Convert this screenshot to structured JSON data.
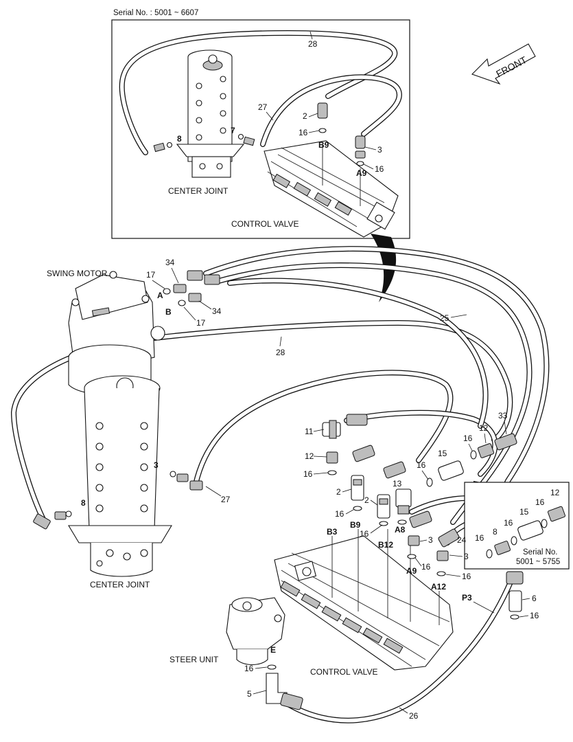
{
  "inset_top": {
    "serial": "Serial No.  : 5001 ~ 6607",
    "center_joint": "CENTER JOINT",
    "control_valve": "CONTROL VALVE",
    "callouts": {
      "c28": "28",
      "c27": "27",
      "c2": "2",
      "c16a": "16",
      "c8": "8",
      "c7": "7",
      "cB9": "B9",
      "c3": "3",
      "c16b": "16",
      "cA9": "A9"
    }
  },
  "front_label": "FRONT",
  "main": {
    "swing_motor": "SWING MOTOR",
    "center_joint": "CENTER JOINT",
    "steer_unit": "STEER UNIT",
    "control_valve": "CONTROL VALVE",
    "callouts": {
      "c34a": "34",
      "c17a": "17",
      "cA": "A",
      "cB": "B",
      "c17b": "17",
      "c34b": "34",
      "c25": "25",
      "c28": "28",
      "c11": "11",
      "c12a": "12",
      "c16a": "16",
      "c16b": "16",
      "c12b": "12",
      "c33": "33",
      "c15": "15",
      "c16c": "16",
      "c3a": "3",
      "c27": "27",
      "c8": "8",
      "c2a": "2",
      "c2b": "2",
      "c13": "13",
      "c16d": "16",
      "cB9": "B9",
      "cB3": "B3",
      "c16e": "16",
      "cA8": "A8",
      "c3b": "3",
      "c24": "24",
      "cB12": "B12",
      "c16f": "16",
      "c3c": "3",
      "c16g": "16",
      "cA9": "A9",
      "cA12": "A12",
      "cP3": "P3",
      "c6": "6",
      "c16h": "16",
      "cE": "E",
      "c16i": "16",
      "c5": "5",
      "c26": "26"
    }
  },
  "inset_right": {
    "serial_line1": "Serial No.",
    "serial_line2": "5001 ~ 5755",
    "callouts": {
      "c12": "12",
      "c8": "8",
      "c16a": "16",
      "c15": "15",
      "c16b": "16",
      "c16c": "16"
    }
  }
}
